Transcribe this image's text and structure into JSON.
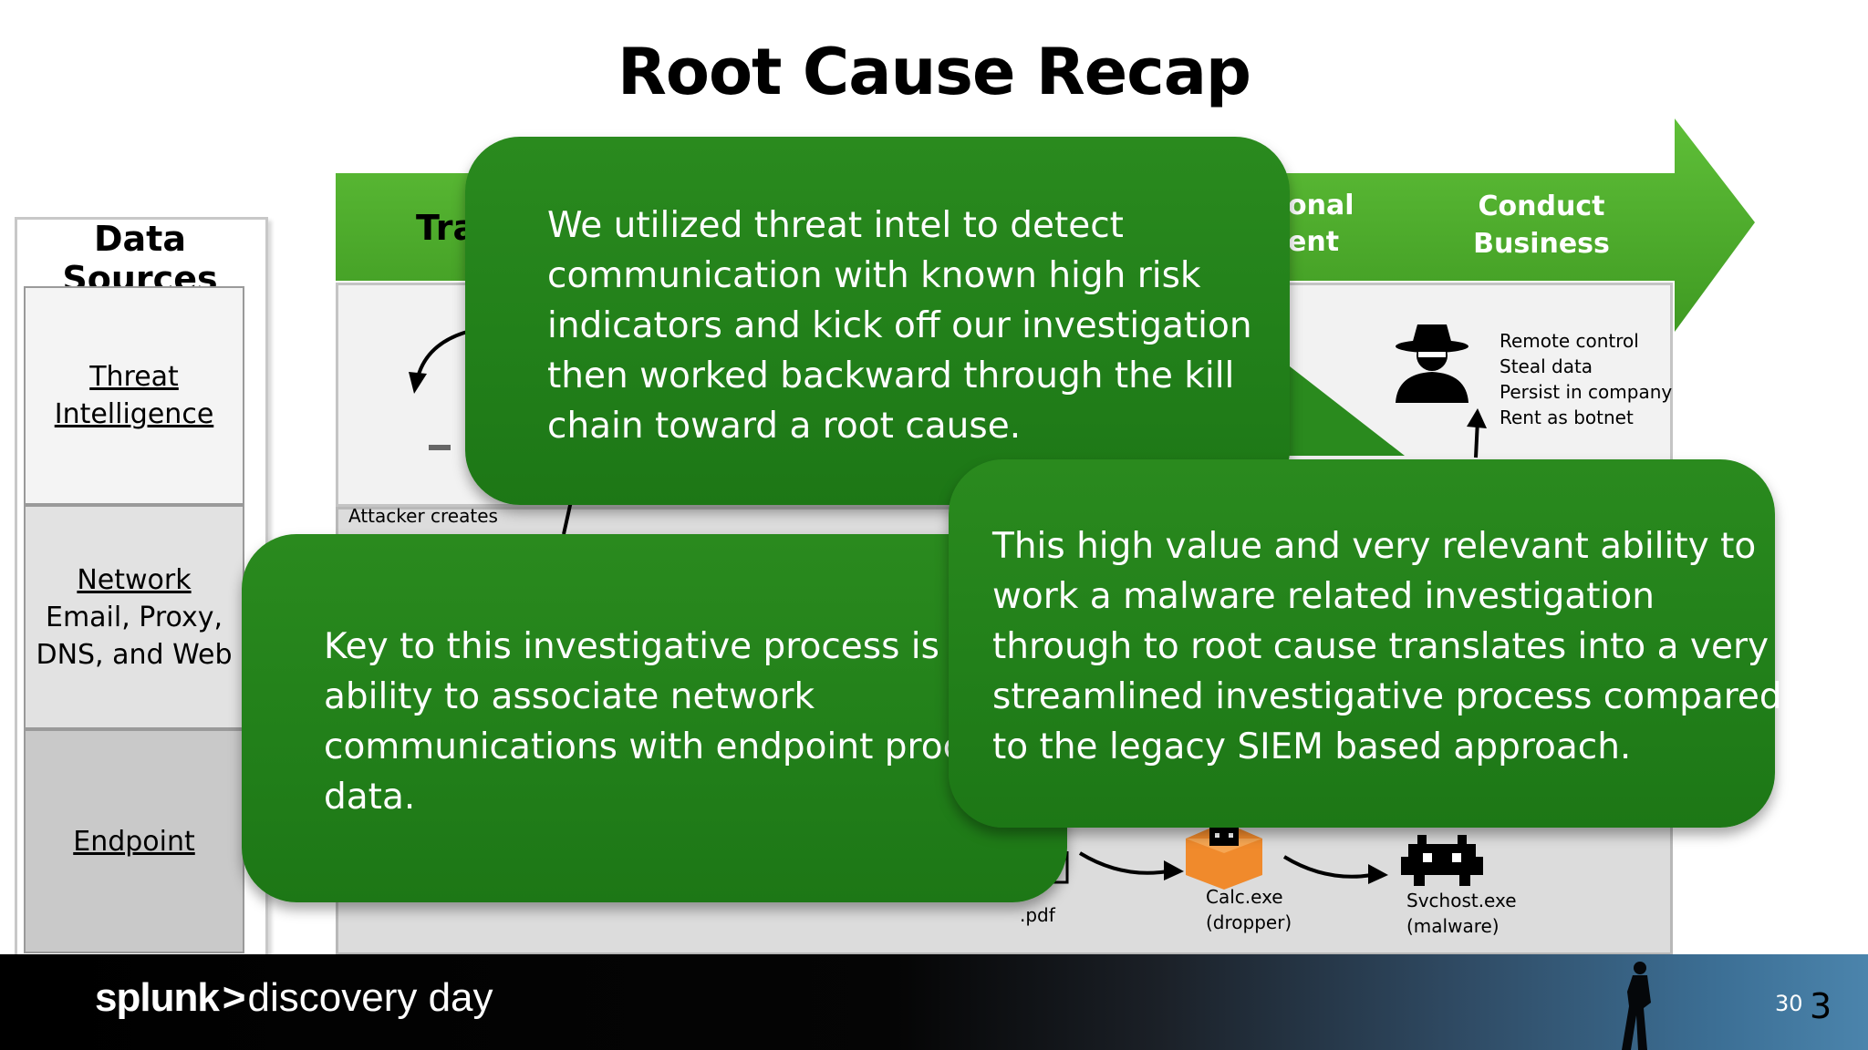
{
  "title": "Root Cause Recap",
  "data_sources": {
    "heading": "Data Sources",
    "threat": {
      "line1": "Threat",
      "line2": "Intelligence"
    },
    "network": {
      "line1": "Network",
      "line2": "Email, Proxy,",
      "line3": "DNS, and Web"
    },
    "endpoint": {
      "line1": "Endpoint"
    }
  },
  "kill_chain": {
    "phase_partial_left": "Tra",
    "phase_partial_mid_line1": "onal",
    "phase_partial_mid_line2": "ent",
    "phase_conduct_line1": "Conduct",
    "phase_conduct_line2": "Business"
  },
  "diagram": {
    "attacker_creates": "Attacker creates",
    "spy_actions": [
      "Remote control",
      "Steal data",
      "Persist in company",
      "Rent as botnet"
    ],
    "pdf_label": ".pdf",
    "calc_line1": "Calc.exe",
    "calc_line2": "(dropper)",
    "svchost_line1": "Svchost.exe",
    "svchost_line2": "(malware)"
  },
  "callouts": {
    "c1": [
      "We utilized threat intel to detect",
      "communication with known high risk",
      "indicators and kick off our investigation",
      "then worked backward through the kill",
      "chain toward a root cause."
    ],
    "c2": [
      "Key to this investigative process is the",
      "ability to associate network",
      "communications with endpoint proce",
      "data."
    ],
    "c3": [
      "This high value and very relevant ability to",
      "work a malware related investigation",
      "through to root cause translates into a very",
      "streamlined investigative process compared",
      "to the legacy SIEM based approach."
    ]
  },
  "footer": {
    "brand_splunk": "splunk",
    "brand_sep": ">",
    "brand_rest": "discovery day",
    "page_small": "30",
    "page_big": "3"
  },
  "colors": {
    "callout_green": "#22801a",
    "arrow_green": "#4caf2a",
    "footer_dark": "#000000"
  }
}
